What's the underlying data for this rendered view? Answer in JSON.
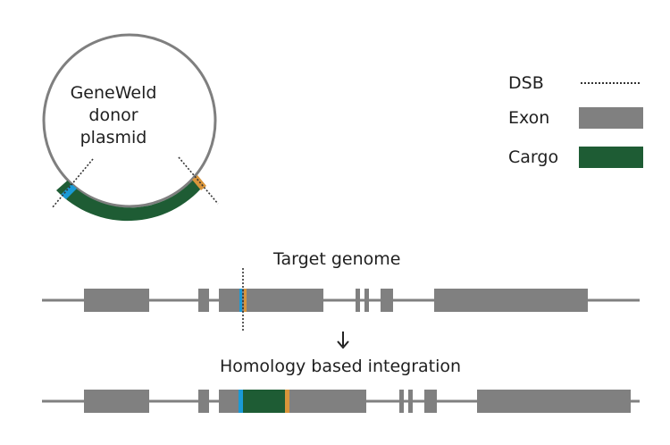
{
  "plasmid": {
    "lines": [
      "GeneWeld",
      "donor",
      "plasmid"
    ]
  },
  "legend": {
    "dsb": "DSB",
    "exon": "Exon",
    "cargo": "Cargo"
  },
  "tracks": {
    "target_label": "Target genome",
    "result_label": "Homology based integration"
  },
  "colors": {
    "exon": "#808080",
    "cargo": "#1e5c34",
    "left_homology": "#1a9ad6",
    "right_homology": "#d9953b",
    "backbone": "#808080",
    "plasmid_outline": "#7f7f7f",
    "dsb_line": "#333333"
  },
  "icons": {
    "arrow": "down-arrow-icon"
  }
}
